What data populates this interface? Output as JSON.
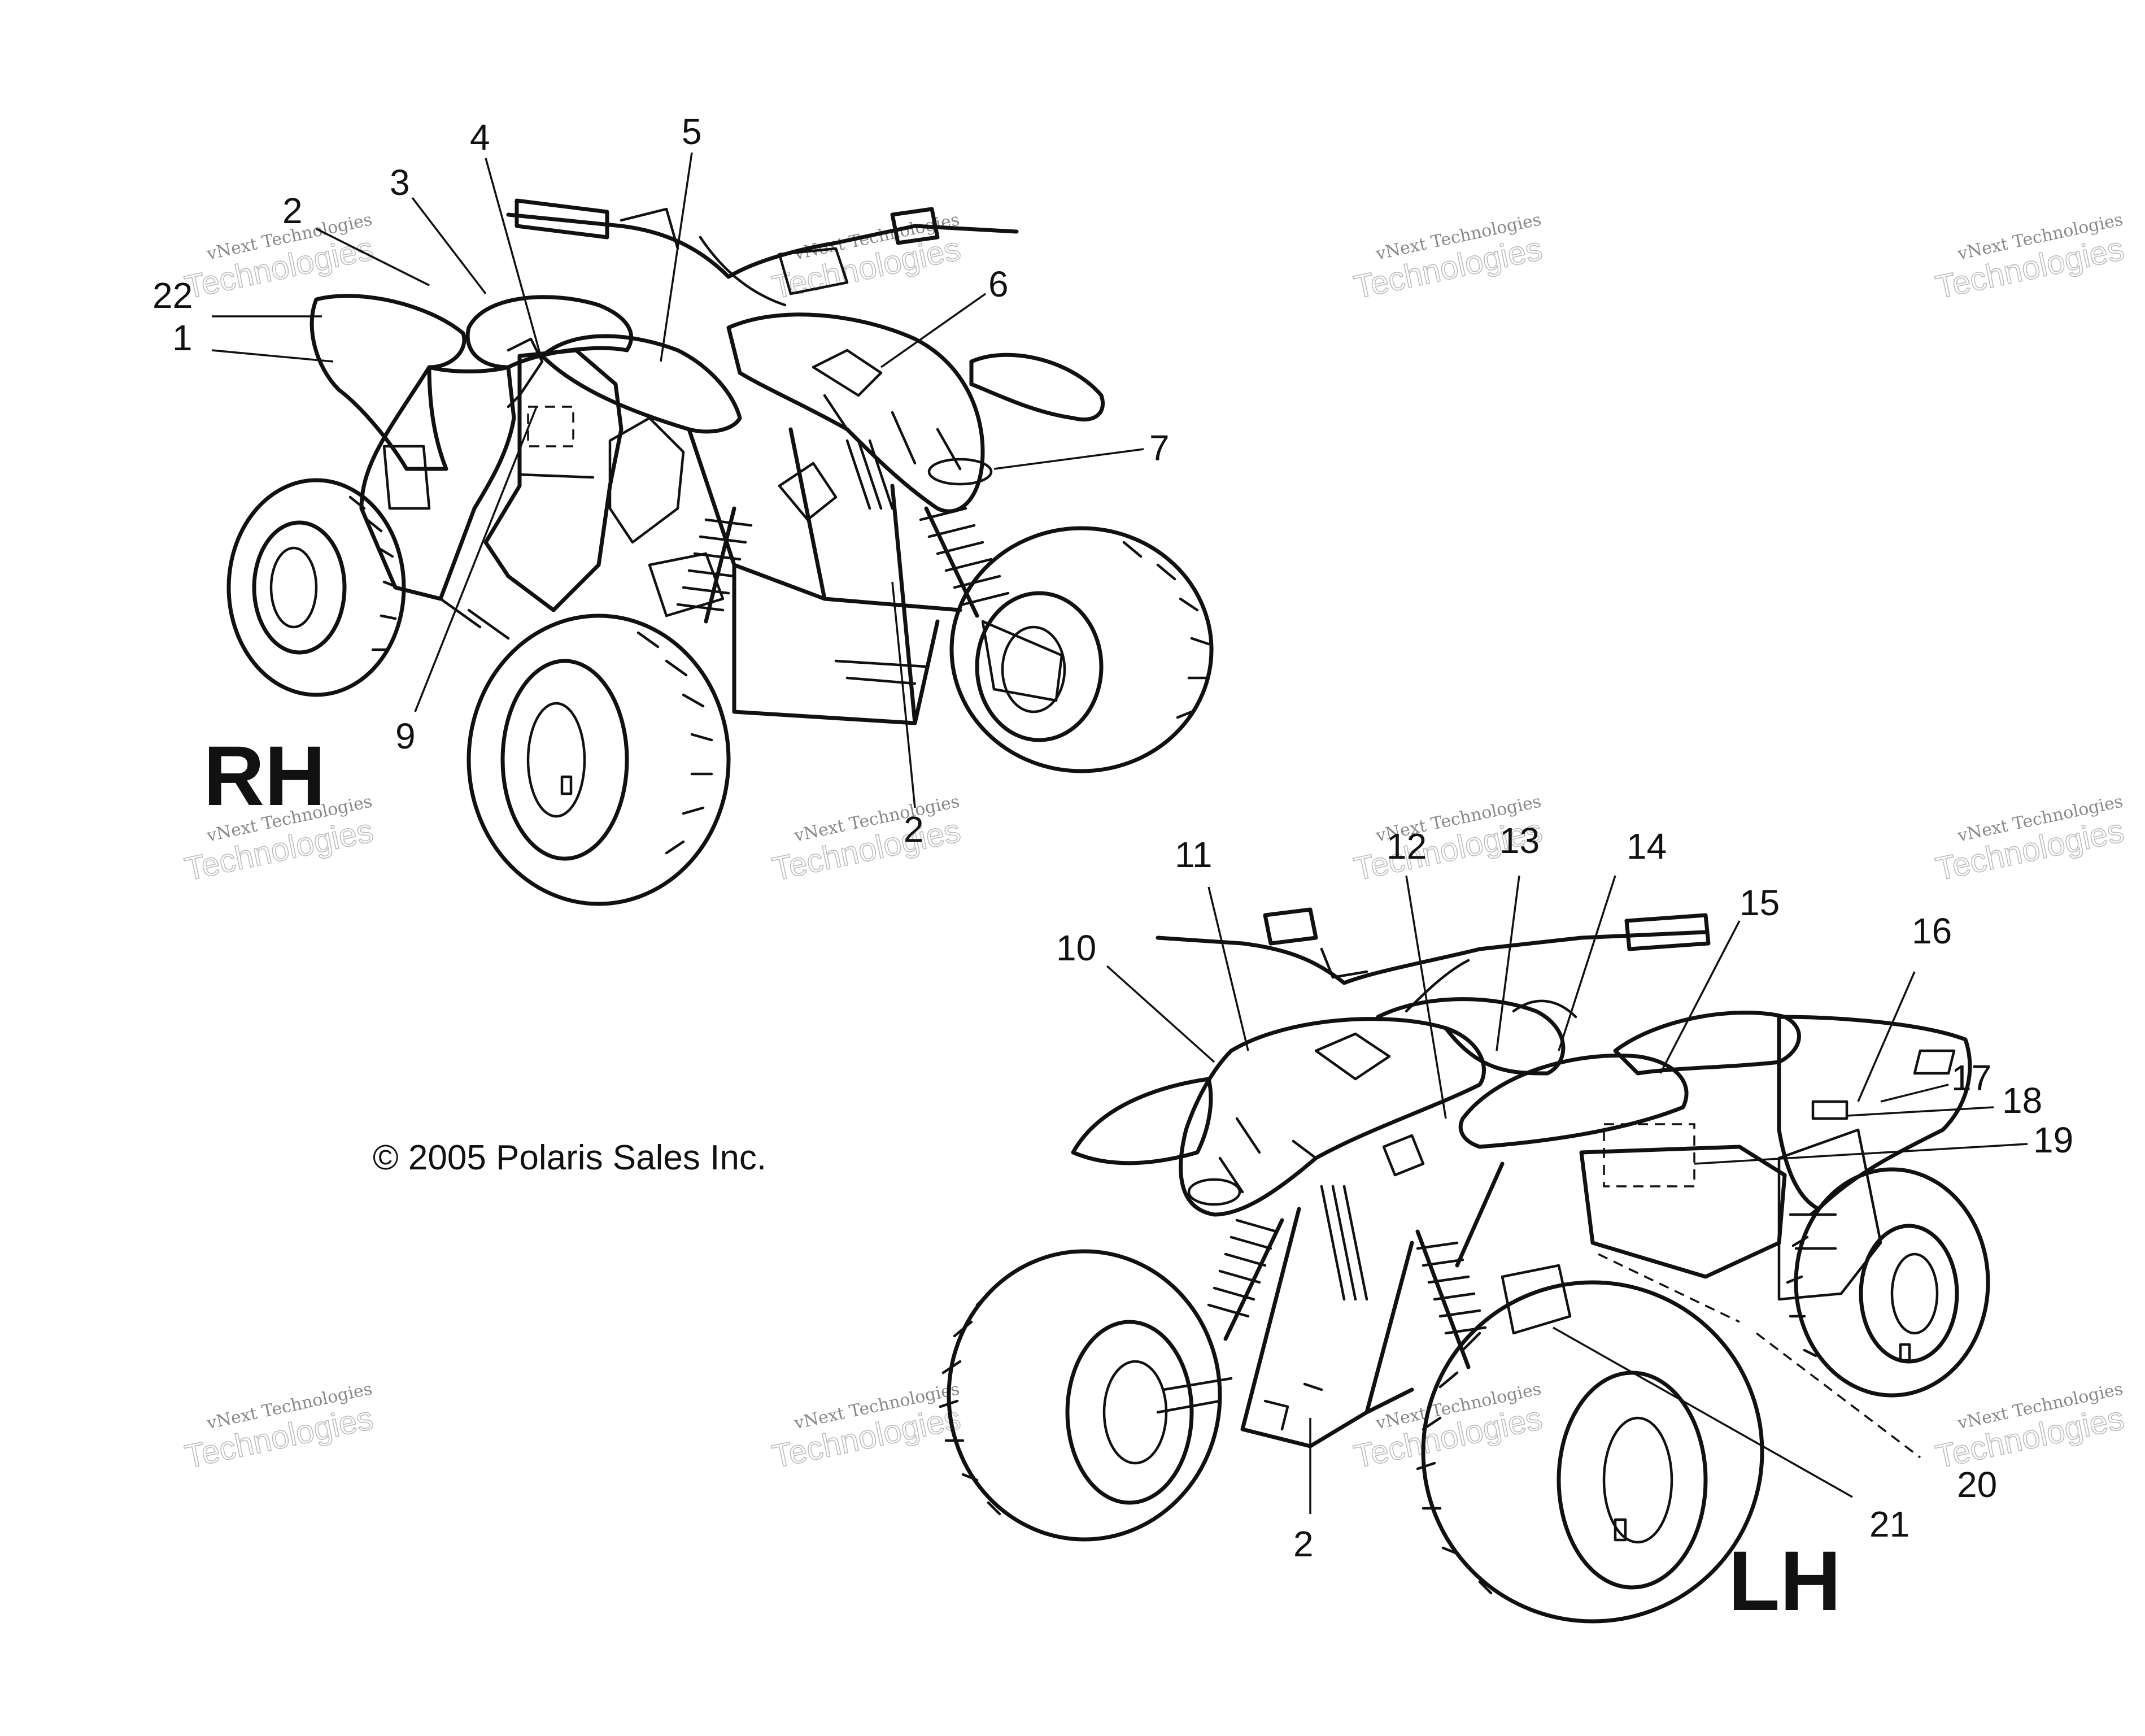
{
  "side_labels": {
    "rh": "RH",
    "lh": "LH"
  },
  "copyright": "© 2005 Polaris Sales Inc.",
  "watermark": {
    "line1": "vNext Technologies",
    "line2": "Technologies"
  },
  "callouts": {
    "c1": "1",
    "c2a": "2",
    "c2b": "2",
    "c2c": "2",
    "c3": "3",
    "c4": "4",
    "c5": "5",
    "c6": "6",
    "c7": "7",
    "c9": "9",
    "c10": "10",
    "c11": "11",
    "c12": "12",
    "c13": "13",
    "c14": "14",
    "c15": "15",
    "c16": "16",
    "c17": "17",
    "c18": "18",
    "c19": "19",
    "c20": "20",
    "c21": "21",
    "c22": "22"
  }
}
